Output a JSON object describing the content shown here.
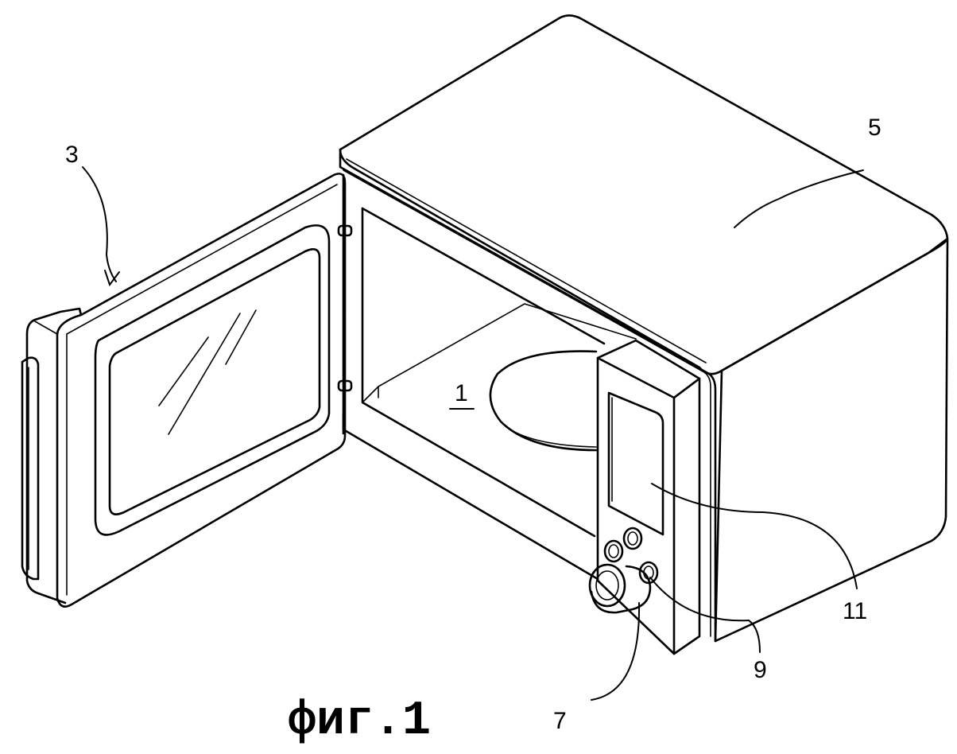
{
  "caption": "фиг.1",
  "labels": {
    "door": "3",
    "cabinet": "5",
    "turntable": "1",
    "display": "11",
    "buttons": "9",
    "knob": "7"
  },
  "colors": {
    "line": "#000000",
    "background": "#ffffff"
  }
}
